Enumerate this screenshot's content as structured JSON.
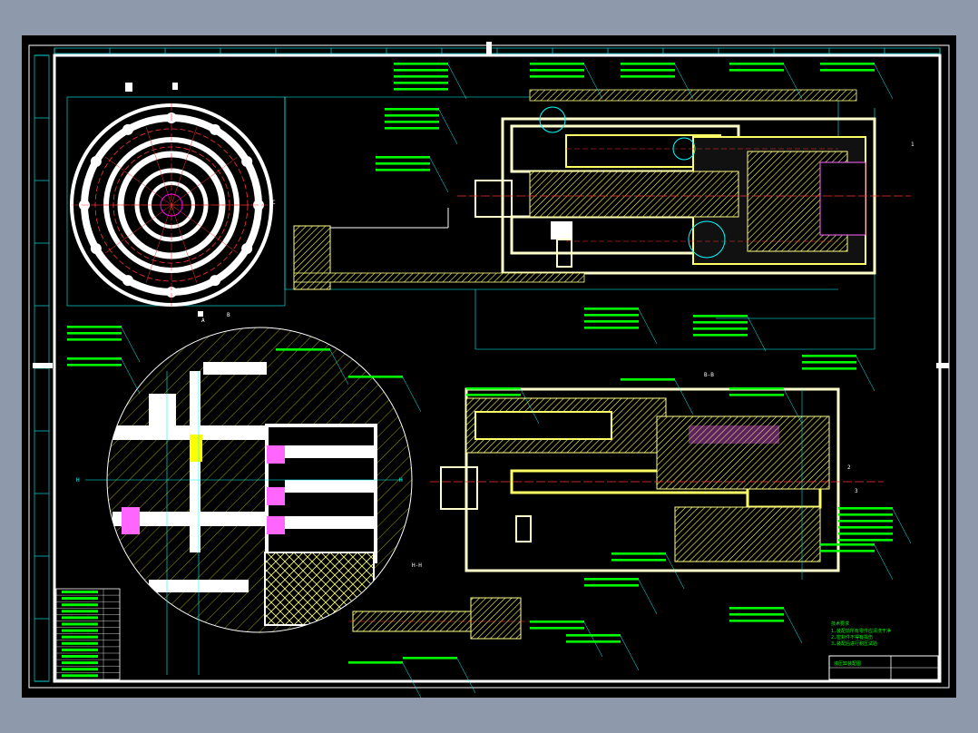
{
  "drawing": {
    "background": "#000000",
    "frame_color": "#ffffff",
    "dim_color": "#00ffff",
    "label_color": "#00ff00",
    "part_color": "#ffff00",
    "centerline_color": "#ff0000",
    "section_label_top": "B-B",
    "section_label_bottom": "H-H",
    "dim_a": "A",
    "dim_b": "B",
    "dim_c": "C",
    "marker_h": "H",
    "callout_1": "1",
    "callout_2": "2",
    "callout_3": "3",
    "title_block_heading": "液压缸装配图",
    "tech_notes_heading": "技术要求",
    "tech_notes": [
      "1.装配前所有零件应清洗干净",
      "2.密封件不得有损伤",
      "3.装配后进行耐压试验"
    ],
    "bom_rows": [
      "1",
      "2",
      "3",
      "4",
      "5",
      "6",
      "7",
      "8",
      "9",
      "10",
      "11",
      "12",
      "13",
      "14"
    ]
  }
}
